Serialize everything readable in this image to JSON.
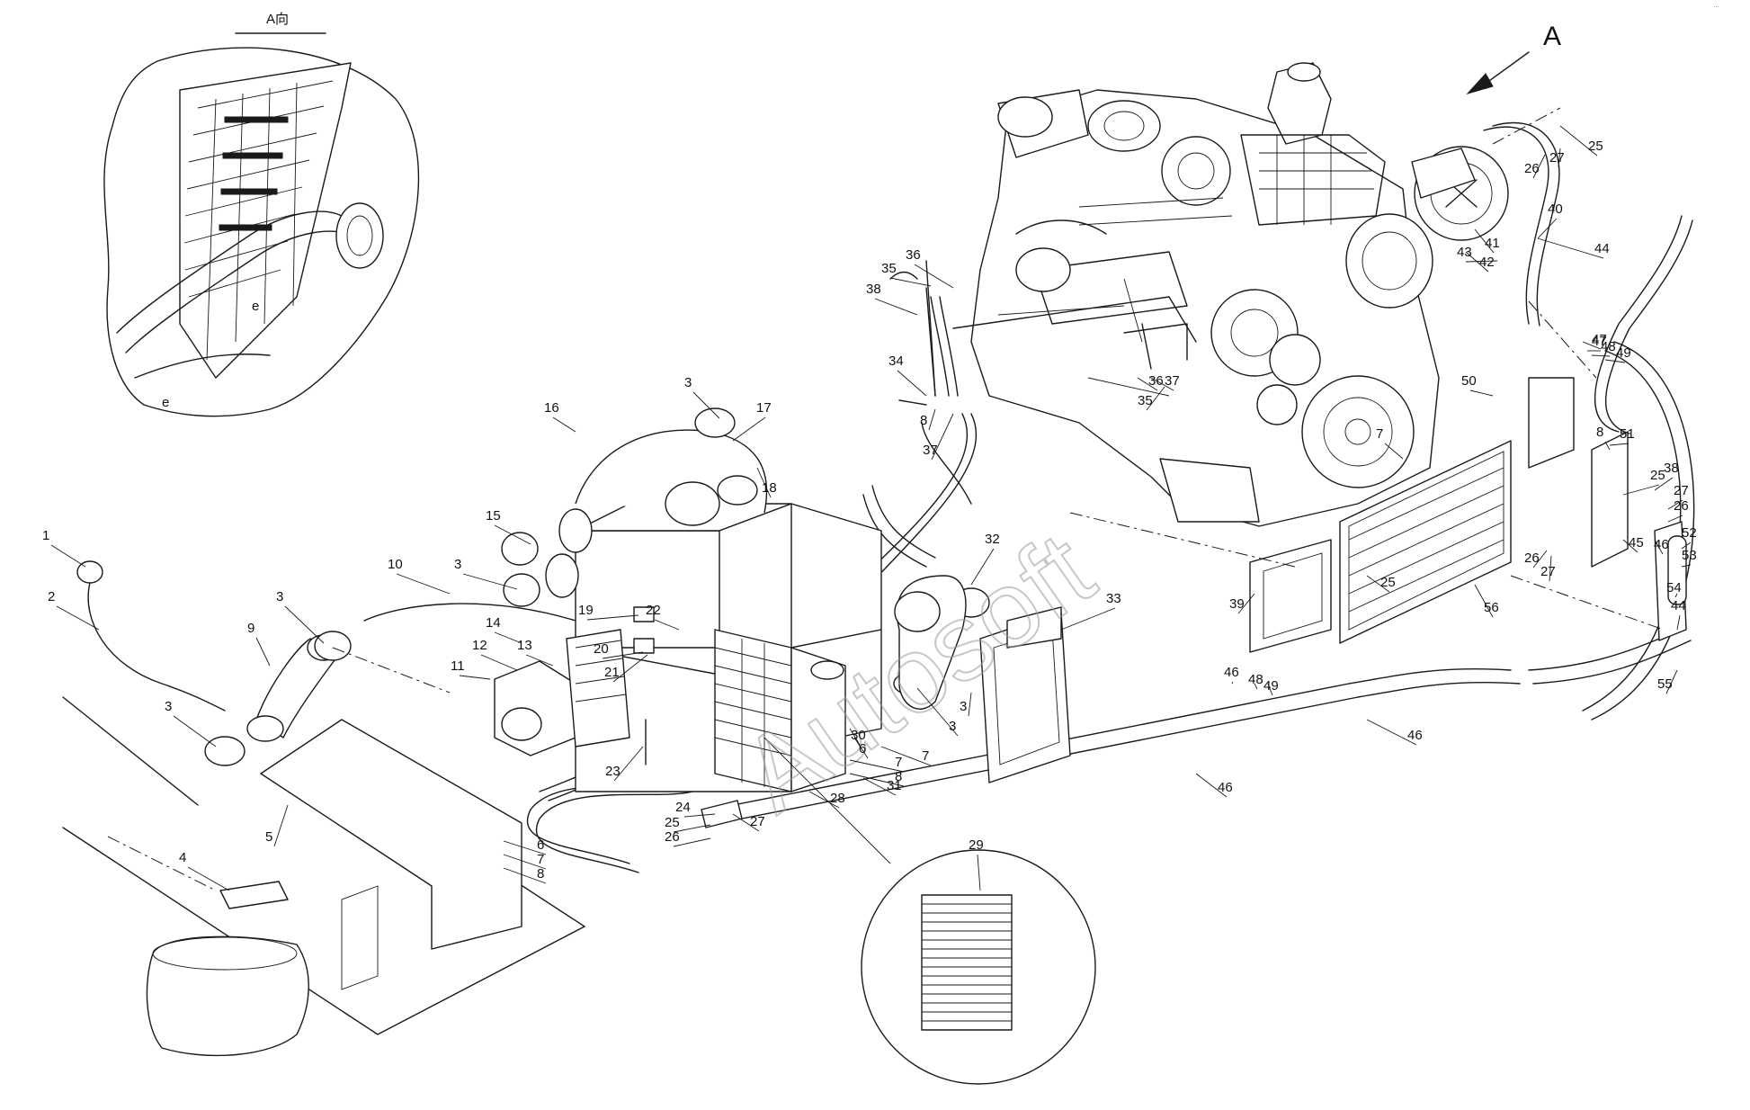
{
  "detail_view": {
    "title": "A向",
    "marker_label": "e"
  },
  "view_arrow": {
    "label": "A"
  },
  "watermark": "Autosoft",
  "corner_mark": "···",
  "part_callouts": [
    "1",
    "2",
    "3",
    "3",
    "3",
    "3",
    "3",
    "3",
    "4",
    "5",
    "6",
    "6",
    "7",
    "7",
    "7",
    "7",
    "8",
    "8",
    "8",
    "8",
    "9",
    "10",
    "11",
    "12",
    "13",
    "14",
    "15",
    "16",
    "17",
    "18",
    "19",
    "20",
    "21",
    "22",
    "23",
    "24",
    "25",
    "25",
    "25",
    "25",
    "26",
    "26",
    "26",
    "26",
    "27",
    "27",
    "27",
    "27",
    "28",
    "29",
    "30",
    "31",
    "32",
    "33",
    "34",
    "35",
    "35",
    "36",
    "36",
    "37",
    "37",
    "38",
    "38",
    "39",
    "40",
    "41",
    "42",
    "43",
    "44",
    "44",
    "45",
    "46",
    "46",
    "46",
    "46",
    "47",
    "47",
    "48",
    "48",
    "49",
    "49",
    "50",
    "51",
    "52",
    "53",
    "54",
    "55",
    "56"
  ]
}
